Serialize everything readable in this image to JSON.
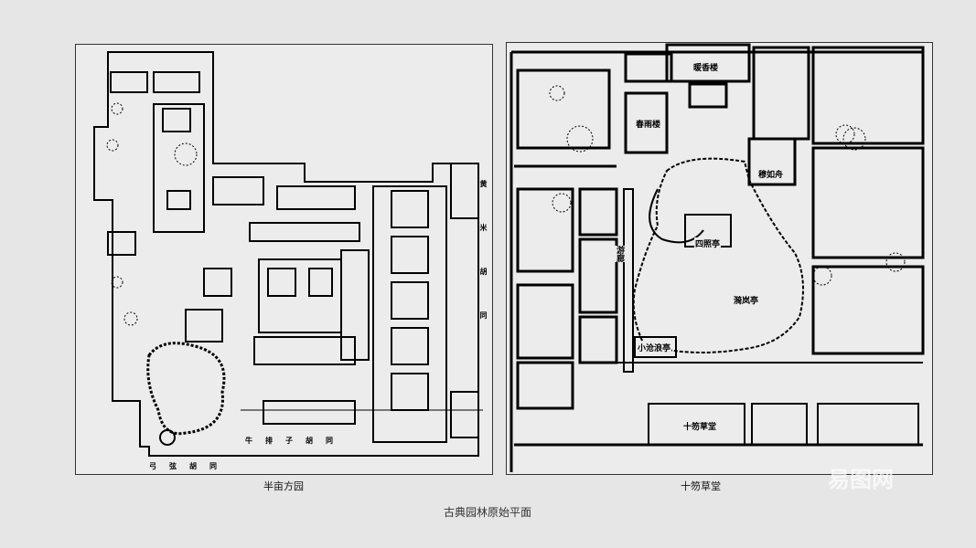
{
  "left_plan": {
    "caption": "半亩方园",
    "streets": {
      "south": "弓弦胡同",
      "middle": "牛排子胡同",
      "east": "黄米胡同"
    }
  },
  "right_plan": {
    "caption": "十笏草堂",
    "labels": [
      "暖香楼",
      "春雨楼",
      "穆如舟",
      "四照亭",
      "游廊",
      "漪岚亭",
      "小沧浪亭",
      "十笏草堂"
    ]
  },
  "main_caption": "古典园林原始平面",
  "watermark": "易图网"
}
